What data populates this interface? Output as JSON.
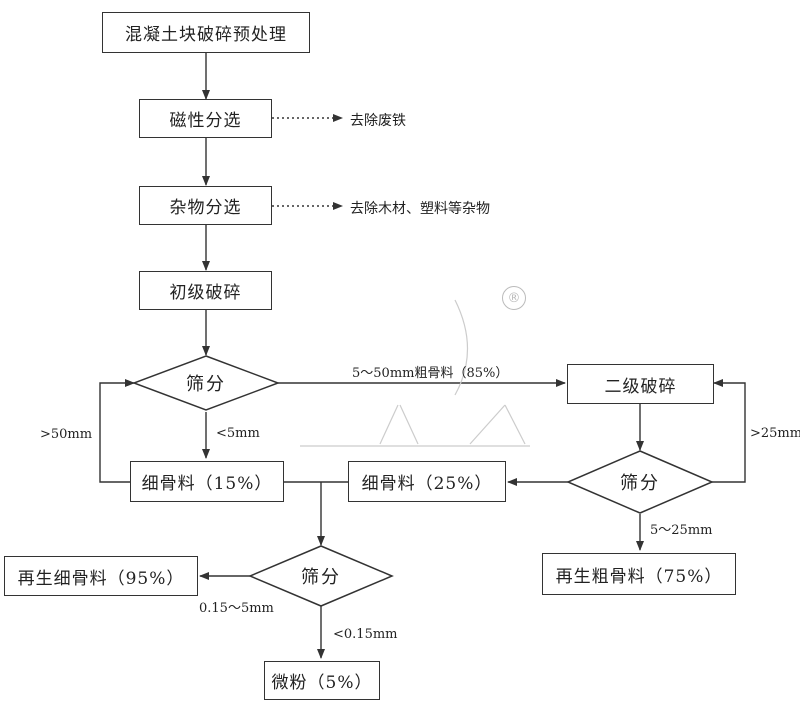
{
  "boxes": {
    "pretreatment": "混凝土块破碎预处理",
    "magnetic": "磁性分选",
    "impurity": "杂物分选",
    "primary_crush": "初级破碎",
    "fine_15": "细骨料（15%）",
    "fine_25": "细骨料（25%）",
    "secondary_crush": "二级破碎",
    "recycled_fine": "再生细骨料（95%）",
    "recycled_coarse": "再生粗骨料（75%）",
    "powder": "微粉（5%）"
  },
  "diamonds": {
    "screen1": "筛分",
    "screen2": "筛分",
    "screen3": "筛分"
  },
  "notes": {
    "remove_iron": "去除废铁",
    "remove_impurities": "去除木材、塑料等杂物",
    "coarse_85": "5～50mm粗骨料（85%）",
    "gt50": ">50mm",
    "lt5": "<5mm",
    "gt25": ">25mm",
    "range_5_25": "5～25mm",
    "range_015_5": "0.15～5mm",
    "lt015": "<0.15mm"
  },
  "watermark": "®",
  "colors": {
    "line": "#333333",
    "watermark": "#bbbbbb"
  }
}
